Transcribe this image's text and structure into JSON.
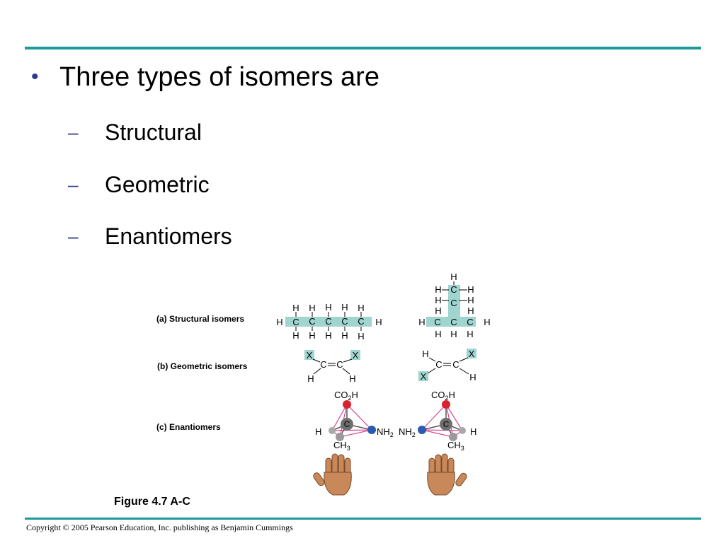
{
  "slide": {
    "bullet": "Three types of isomers are",
    "subitems": [
      "Structural",
      "Geometric",
      "Enantiomers"
    ]
  },
  "figure": {
    "labels": {
      "a": "(a) Structural isomers",
      "b": "(b) Geometric isomers",
      "c": "(c) Enantiomers"
    },
    "caption": "Figure 4.7 A-C",
    "atoms": {
      "h": "H",
      "c": "C",
      "x": "X"
    },
    "groups": {
      "co2h_main": "CO",
      "co2h_sub": "2",
      "co2h_end": "H",
      "nh2_main": "NH",
      "nh2_sub": "2",
      "ch3_main": "CH",
      "ch3_sub": "3"
    }
  },
  "footer": {
    "copyright": "Copyright © 2005 Pearson Education, Inc. publishing as Benjamin Cummings"
  },
  "colors": {
    "rule": "#1a9a98",
    "bullet": "#2b3a8c",
    "bond_highlight": "#9fd4cf",
    "oxygen": "#d8222c",
    "nitrogen": "#2a5bb0",
    "carbon": "#6e6e6e",
    "bond_pink": "#d6458f"
  }
}
